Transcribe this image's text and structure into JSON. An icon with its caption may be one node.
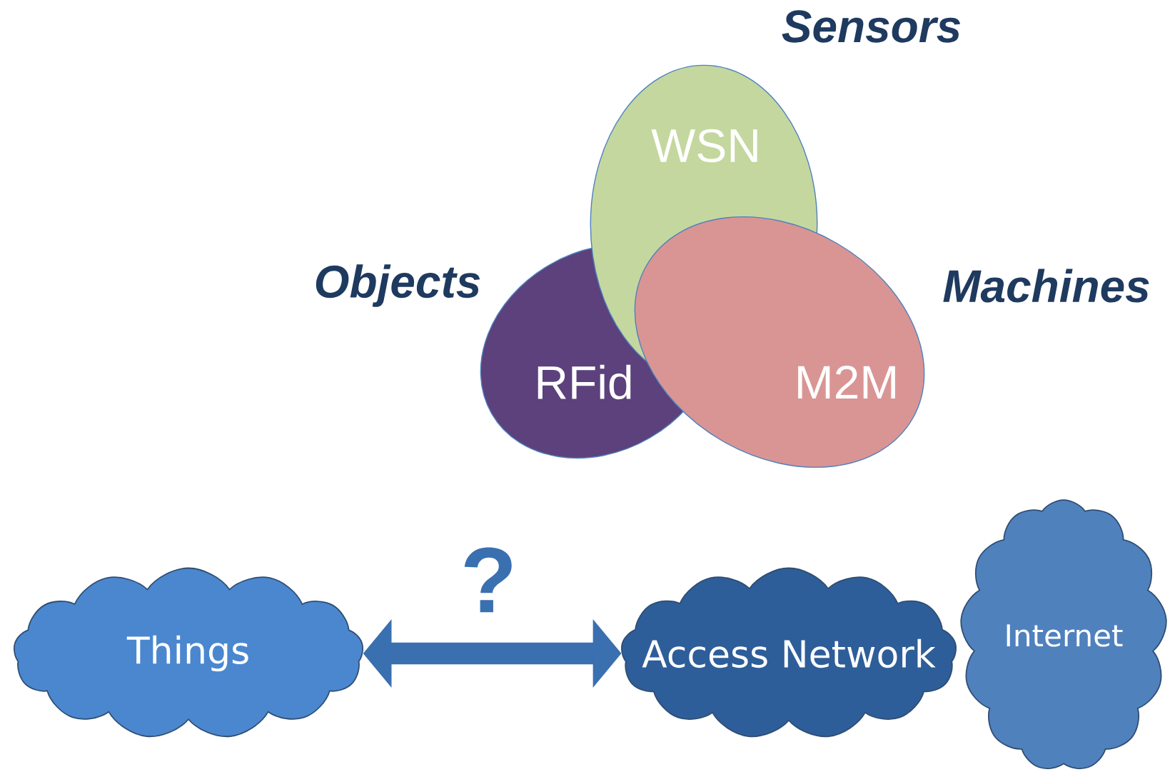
{
  "diagram": {
    "nodes": [
      {
        "text": [
          "WSN"
        ],
        "beside": [
          "Sensors"
        ]
      },
      {
        "text": [
          "RFid"
        ],
        "beside": [
          "Objects"
        ]
      },
      {
        "text": [
          "M2M"
        ],
        "beside": [
          "Machines"
        ]
      },
      {
        "text": [
          "Things"
        ]
      },
      {
        "text": [
          "Access Network"
        ]
      },
      {
        "text": [
          "Internet"
        ]
      }
    ],
    "edges": [
      {
        "from": 3,
        "to": 4,
        "arrow": "both",
        "label": "?"
      }
    ]
  }
}
